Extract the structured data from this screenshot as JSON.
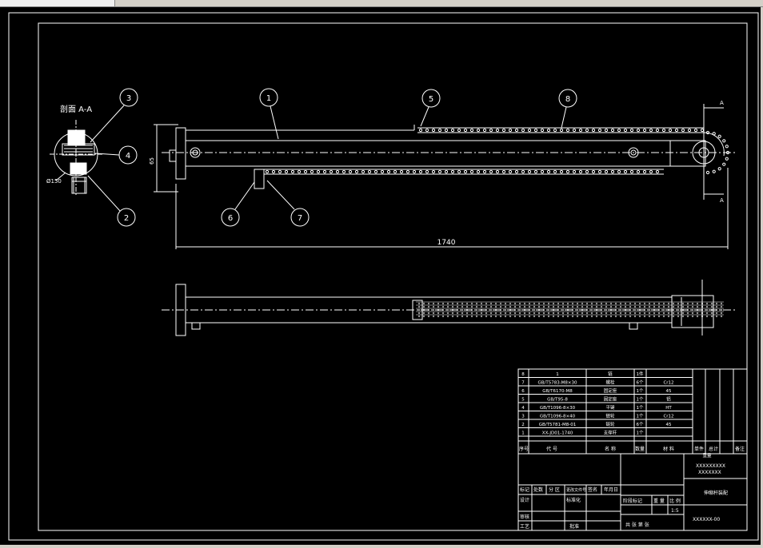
{
  "section_label": "剖面 A-A",
  "dim_total": "1740",
  "dim_height": "65",
  "dim_dia": "Ø150",
  "section_marker": "A",
  "balloons": {
    "b1": "1",
    "b2": "2",
    "b3": "3",
    "b4": "4",
    "b5": "5",
    "b6": "6",
    "b7": "7",
    "b8": "8"
  },
  "bom": {
    "rows": [
      {
        "no": "8",
        "code": "1",
        "name": "链",
        "qty": "1件",
        "mat": ""
      },
      {
        "no": "7",
        "code": "GB/T5783-M8×30",
        "name": "螺栓",
        "qty": "6个",
        "mat": "Cr12"
      },
      {
        "no": "6",
        "code": "GB/T6170-M8",
        "name": "固定座",
        "qty": "1个",
        "mat": "45"
      },
      {
        "no": "5",
        "code": "GB/T95-8",
        "name": "固定座",
        "qty": "1个",
        "mat": "铝"
      },
      {
        "no": "4",
        "code": "GB/T1096-8×30",
        "name": "平键",
        "qty": "1个",
        "mat": "HT"
      },
      {
        "no": "3",
        "code": "GB/T1096-8×40",
        "name": "链轮",
        "qty": "1个",
        "mat": "Cr12"
      },
      {
        "no": "2",
        "code": "GB/T5781-M8-01",
        "name": "链轮",
        "qty": "6个",
        "mat": "45"
      },
      {
        "no": "1",
        "code": "XX-JD01-1740",
        "name": "支撑杆",
        "qty": "1个",
        "mat": ""
      }
    ],
    "header": {
      "no": "序号",
      "code": "代 号",
      "name": "名 称",
      "qty": "数量",
      "mat": "材 料",
      "unit": "单件",
      "total": "总计",
      "weight": "重量",
      "remark": "备注"
    }
  },
  "titleblock": {
    "school": "XXXXXXXXX",
    "school2": "XXXXXXX",
    "part_name": "伸缩杆装配",
    "drawing_no": "XXXXXX-00",
    "labels": {
      "mark": "标记",
      "count": "处数",
      "zone": "分 区",
      "doc": "更改文件号",
      "sign": "签名",
      "date": "年月日",
      "design": "设计",
      "std": "标准化",
      "review": "审核",
      "process": "工艺",
      "approve": "批准",
      "stage": "阶段标记",
      "weight": "重 量",
      "scale": "比 例",
      "sheets": "共 张 第 张",
      "scale_val": "1:5"
    }
  }
}
